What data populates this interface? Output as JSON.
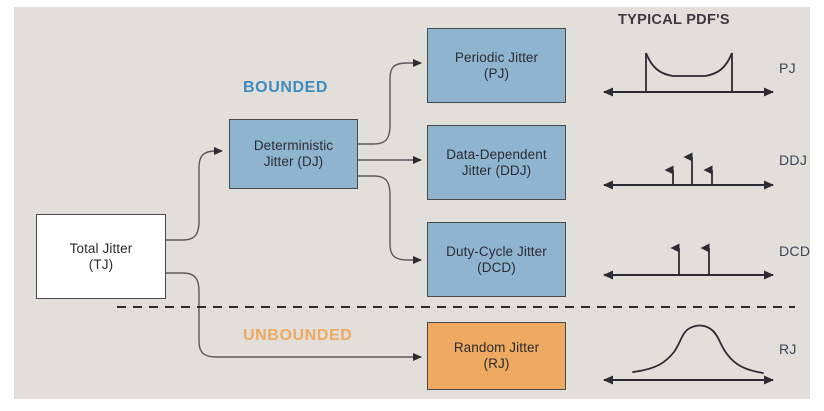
{
  "figure": {
    "background_color": "#e2ded9",
    "blue_color": "#8fb4d0",
    "orange_color": "#eeaa60",
    "line_color": "#4a4a4a",
    "pdf_heading": "TYPICAL PDF'S"
  },
  "groups": {
    "bounded_label": "BOUNDED",
    "unbounded_label": "UNBOUNDED"
  },
  "nodes": {
    "total_jitter": {
      "line1": "Total Jitter",
      "line2": "(TJ)"
    },
    "deterministic_jitter": {
      "line1": "Deterministic",
      "line2": "Jitter (DJ)"
    },
    "periodic_jitter": {
      "line1": "Periodic Jitter",
      "line2": "(PJ)"
    },
    "data_dependent_jitter": {
      "line1": "Data-Dependent",
      "line2": "Jitter (DDJ)"
    },
    "duty_cycle_jitter": {
      "line1": "Duty-Cycle Jitter",
      "line2": "(DCD)"
    },
    "random_jitter": {
      "line1": "Random Jitter",
      "line2": "(RJ)"
    }
  },
  "pdf_plots": [
    {
      "id": "pj",
      "label": "PJ",
      "shape": "bathtub-bimodal"
    },
    {
      "id": "ddj",
      "label": "DDJ",
      "shape": "three-impulses"
    },
    {
      "id": "dcd",
      "label": "DCD",
      "shape": "two-impulses"
    },
    {
      "id": "rj",
      "label": "RJ",
      "shape": "gaussian-bell"
    }
  ],
  "chart_data": {
    "type": "diagram",
    "title": "Jitter decomposition tree with typical PDFs",
    "root": "Total Jitter (TJ)",
    "branches": [
      {
        "category": "BOUNDED",
        "parent": "Deterministic Jitter (DJ)",
        "children": [
          "Periodic Jitter (PJ)",
          "Data-Dependent Jitter (DDJ)",
          "Duty-Cycle Jitter (DCD)"
        ]
      },
      {
        "category": "UNBOUNDED",
        "parent": null,
        "children": [
          "Random Jitter (RJ)"
        ]
      }
    ],
    "pdf_series": [
      {
        "name": "PJ",
        "description": "bimodal bathtub between two bounded edges"
      },
      {
        "name": "DDJ",
        "description": "three discrete impulses, center tallest"
      },
      {
        "name": "DCD",
        "description": "two discrete impulses of equal height"
      },
      {
        "name": "RJ",
        "description": "unbounded Gaussian bell curve"
      }
    ]
  }
}
